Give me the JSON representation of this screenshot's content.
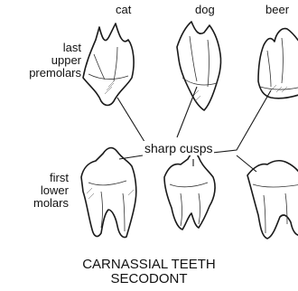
{
  "columns": {
    "cat": "cat",
    "dog": "dog",
    "bear": "beer"
  },
  "rows": {
    "upper": [
      "last",
      "upper",
      "premolars"
    ],
    "lower": [
      "first",
      "lower",
      "molars"
    ]
  },
  "callout": "sharp cusps",
  "caption": {
    "line1": "CARNASSIAL TEETH",
    "line2": "SECODONT"
  }
}
